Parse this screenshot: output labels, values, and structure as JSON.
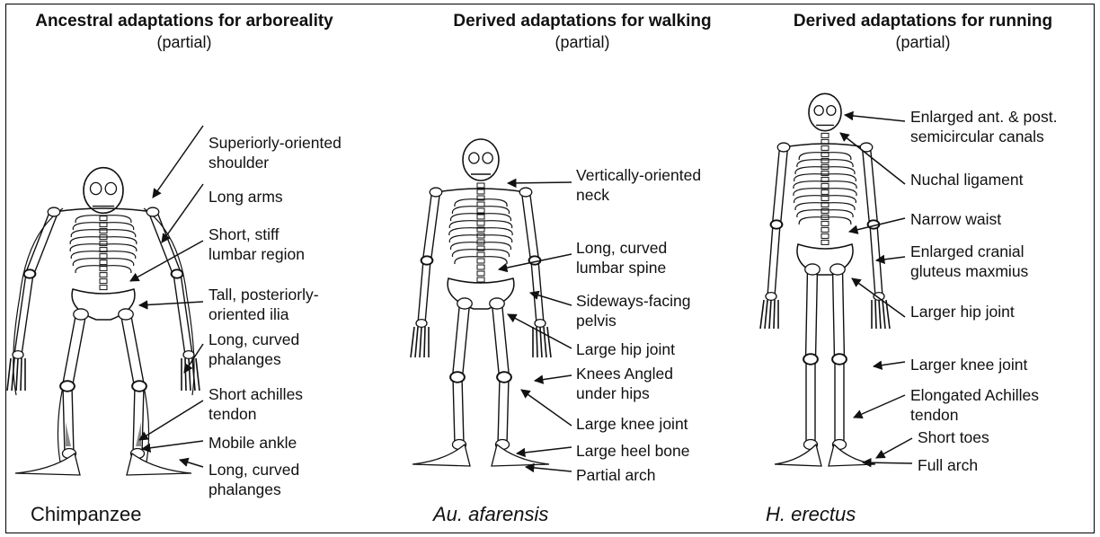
{
  "colors": {
    "ink": "#111111",
    "bone": "#ffffff",
    "shade": "#8a8a8a"
  },
  "panels": [
    {
      "title": "Ancestral adaptations for arboreality",
      "subtitle": "(partial)",
      "species": "Chimpanzee",
      "labels": [
        "Superiorly-oriented\nshoulder",
        "Long arms",
        "Short, stiff\nlumbar region",
        "Tall, posteriorly-\noriented ilia",
        "Long, curved\nphalanges",
        "Short achilles\ntendon",
        "Mobile ankle",
        "Long, curved\nphalanges"
      ]
    },
    {
      "title": "Derived adaptations for walking",
      "subtitle": "(partial)",
      "species": "Au. afarensis",
      "labels": [
        "Vertically-oriented\nneck",
        "Long, curved\nlumbar spine",
        "Sideways-facing\npelvis",
        "Large hip joint",
        "Knees Angled\nunder hips",
        "Large knee joint",
        "Large heel bone",
        "Partial arch"
      ]
    },
    {
      "title": "Derived adaptations for running",
      "subtitle": "(partial)",
      "species": "H. erectus",
      "labels": [
        "Enlarged ant. & post.\nsemicircular canals",
        "Nuchal ligament",
        "Narrow waist",
        "Enlarged cranial\ngluteus maxmius",
        "Larger hip joint",
        "Larger knee joint",
        "Elongated Achilles\ntendon",
        "Short toes",
        "Full arch"
      ]
    }
  ]
}
